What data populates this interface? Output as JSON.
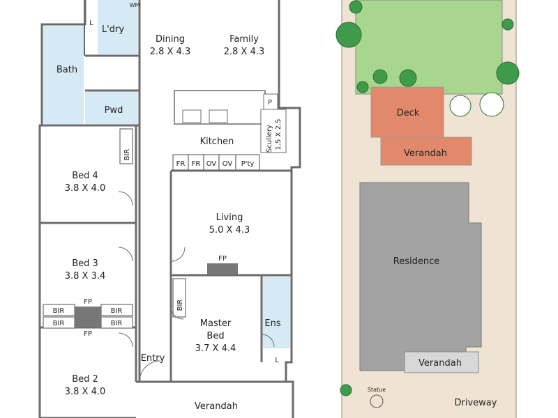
{
  "floorplan": {
    "rooms": {
      "dining": {
        "name": "Dining",
        "size": "2.8 X 4.3"
      },
      "family": {
        "name": "Family",
        "size": "2.8 X 4.3"
      },
      "laundry": {
        "name": "L'dry"
      },
      "laundry_l": "L",
      "laundry_wm": "WM",
      "bath": {
        "name": "Bath"
      },
      "powder": {
        "name": "Pwd"
      },
      "kitchen": {
        "name": "Kitchen"
      },
      "pantry_p": "P",
      "scullery": {
        "name": "Scullery",
        "size": "1.5 X 2.5"
      },
      "bed4": {
        "name": "Bed 4",
        "size": "3.8 X 4.0"
      },
      "bed4_bir": "BIR",
      "bed3": {
        "name": "Bed 3",
        "size": "3.8 X 3.4"
      },
      "bed2": {
        "name": "Bed 2",
        "size": "3.8 X 4.0"
      },
      "living": {
        "name": "Living",
        "size": "5.0 X 4.3"
      },
      "master": {
        "name": "Master",
        "name2": "Bed",
        "size": "3.7 X 4.4"
      },
      "master_bir": "BIR",
      "ensuite": {
        "name": "Ens"
      },
      "ensuite_l": "L",
      "entry": {
        "name": "Entry"
      },
      "verandah": {
        "name": "Verandah"
      }
    },
    "appliance_strip": [
      "FR",
      "FR",
      "OV",
      "OV",
      "P'ty"
    ],
    "bir_labels": [
      "BIR",
      "BIR",
      "BIR",
      "BIR"
    ],
    "fp_labels": {
      "living": "FP",
      "bed3": "FP",
      "bed2": "FP"
    }
  },
  "siteplan": {
    "deck": "Deck",
    "verandah_rear": "Verandah",
    "residence": "Residence",
    "verandah_front": "Verandah",
    "driveway": "Driveway",
    "statue": "Statue"
  },
  "colors": {
    "wall": "#6b6b6b",
    "tile": "#d6eaf5",
    "lawn": "#a9d68e",
    "paving": "#efe4d3",
    "deck": "#e3896b",
    "residence": "#a3a3a3",
    "porch": "#d8d8d8",
    "tree": "#3f9b4a",
    "fireplace": "#777777"
  }
}
